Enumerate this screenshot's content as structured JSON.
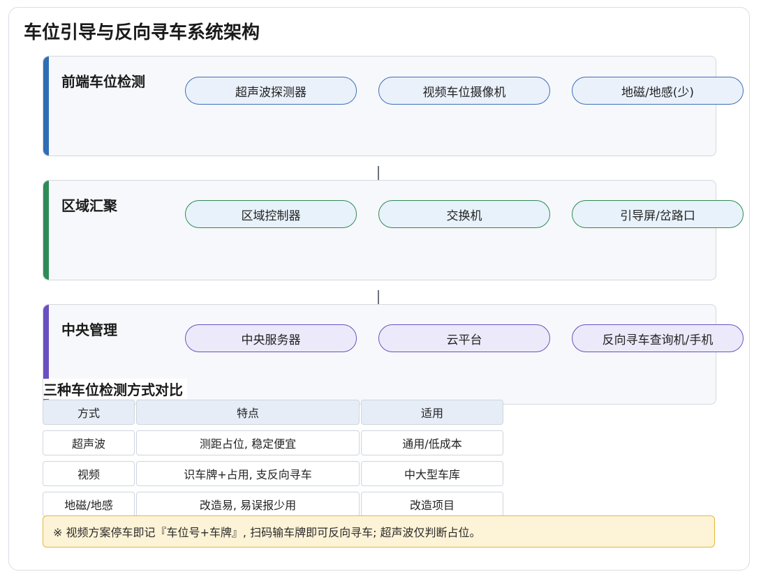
{
  "title": "车位引导与反向寻车系统架构",
  "colors": {
    "layer1_accent": "#2f6db5",
    "layer2_accent": "#2e8b57",
    "layer3_accent": "#6a4fc0",
    "note_bg": "#fdf3d6",
    "note_border": "#e5b93c",
    "table_head_bg": "#e6edf7"
  },
  "layers": [
    {
      "title": "前端车位检测",
      "items": [
        "超声波探测器",
        "视频车位摄像机",
        "地磁/地感(少)"
      ]
    },
    {
      "title": "区域汇聚",
      "items": [
        "区域控制器",
        "交换机",
        "引导屏/岔路口"
      ]
    },
    {
      "title": "中央管理",
      "items": [
        "中央服务器",
        "云平台",
        "反向寻车查询机/手机"
      ]
    }
  ],
  "comparison": {
    "title": "三种车位检测方式对比",
    "headers": [
      "方式",
      "特点",
      "适用"
    ],
    "rows": [
      [
        "超声波",
        "测距占位, 稳定便宜",
        "通用/低成本"
      ],
      [
        "视频",
        "识车牌+占用, 支反向寻车",
        "中大型车库"
      ],
      [
        "地磁/地感",
        "改造易, 易误报少用",
        "改造项目"
      ]
    ]
  },
  "note": "※ 视频方案停车即记『车位号+车牌』, 扫码输车牌即可反向寻车; 超声波仅判断占位。"
}
